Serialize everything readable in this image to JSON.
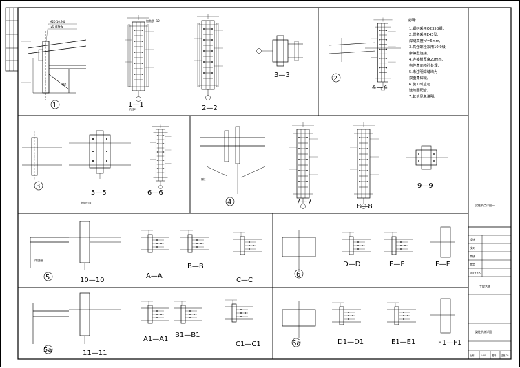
{
  "sheet": {
    "sheet_title": "梁柱节点详图一",
    "title_block": {
      "cell_labels": [
        "设计",
        "校对",
        "审核",
        "审定",
        "项目负责人"
      ],
      "project_title": "工程名称",
      "drawing_title": "梁柱节点详图",
      "footer_cells": [
        "比例",
        "1:20",
        "图号",
        "结施-05"
      ]
    }
  },
  "notes": {
    "heading": "说明:",
    "lines": [
      "1.钢材采用Q235B钢,",
      "2.焊条采用E43型,",
      "  焊缝高度hf=6mm,",
      "3.高强螺栓采用10.9级,",
      "  摩擦型连接,",
      "4.连接板厚度20mm,",
      "  构件表面喷砂处理,",
      "5.未注明焊缝均为",
      "  双面角焊缝,",
      "6.施工时应与",
      "  建筑图配合,",
      "7.其他见总说明。"
    ]
  },
  "sections": {
    "s1": "1—1",
    "s2": "2—2",
    "s3": "3—3",
    "s4": "4—4",
    "s5": "5—5",
    "s6": "6—6",
    "s7": "7—7",
    "s8": "8—8",
    "s9": "9—9",
    "s10": "10—10",
    "s11": "11—11",
    "aa": "A—A",
    "bb": "B—B",
    "cc": "C—C",
    "dd": "D—D",
    "ee": "E—E",
    "ff": "F—F",
    "a1": "A1—A1",
    "b1": "B1—B1",
    "c1": "C1—C1",
    "d1": "D1—D1",
    "e1": "E1—E1",
    "f1": "F1—F1"
  },
  "details": {
    "d1": "1",
    "d2": "2",
    "d3": "3",
    "d4": "4",
    "d5": "5",
    "d6": "6",
    "d5a": "5a",
    "d6a": "6a"
  },
  "annotations": {
    "bolt_spec": "M20 10.9级",
    "plate_note": "-20 连接板",
    "weld_note": "焊缝hf=6",
    "beam_note": "钢梁",
    "column_note": "钢柱",
    "stiffener_note": "加劲肋 -12",
    "hole_note": "孔径22",
    "section_ref": "详见剖面"
  }
}
